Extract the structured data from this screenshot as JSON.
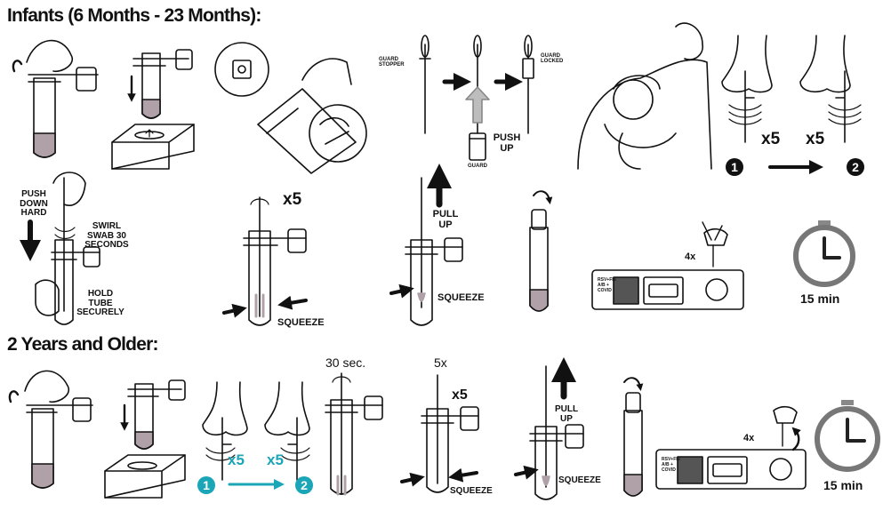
{
  "headings": {
    "infants": "Infants (6 Months - 23 Months):",
    "older": "2 Years and Older:"
  },
  "infants": {
    "guard_stopper": "GUARD STOPPER",
    "guard_locked": "GUARD LOCKED",
    "push_up": "PUSH UP",
    "guard": "GUARD",
    "nostril_count_1": "x5",
    "nostril_count_2": "x5",
    "badge_1": "1",
    "badge_2": "2",
    "push_down_hard": "PUSH DOWN HARD",
    "swirl_swab": "SWIRL SWAB 30 SECONDS",
    "hold_tube": "HOLD TUBE SECURELY",
    "swirl_count": "x5",
    "squeeze_1": "SQUEEZE",
    "pull_up": "PULL UP",
    "squeeze_2": "SQUEEZE",
    "drops": "4x",
    "cassette_label": "RSV+Flu A/B + COVID",
    "timer": "15 min"
  },
  "older": {
    "nostril_count_1": "x5",
    "nostril_count_2": "x5",
    "badge_1": "1",
    "badge_2": "2",
    "thirty_sec": "30 sec.",
    "five_x": "5x",
    "swirl_count": "x5",
    "squeeze_1": "SQUEEZE",
    "pull_up": "PULL UP",
    "squeeze_2": "SQUEEZE",
    "drops": "4x",
    "cassette_label": "RSV+Flu A/B + COVID",
    "timer": "15 min"
  },
  "colors": {
    "ink": "#111111",
    "accent": "#1aa6b7",
    "gray": "#9e9e9e",
    "liquid": "#b0a0a8"
  }
}
